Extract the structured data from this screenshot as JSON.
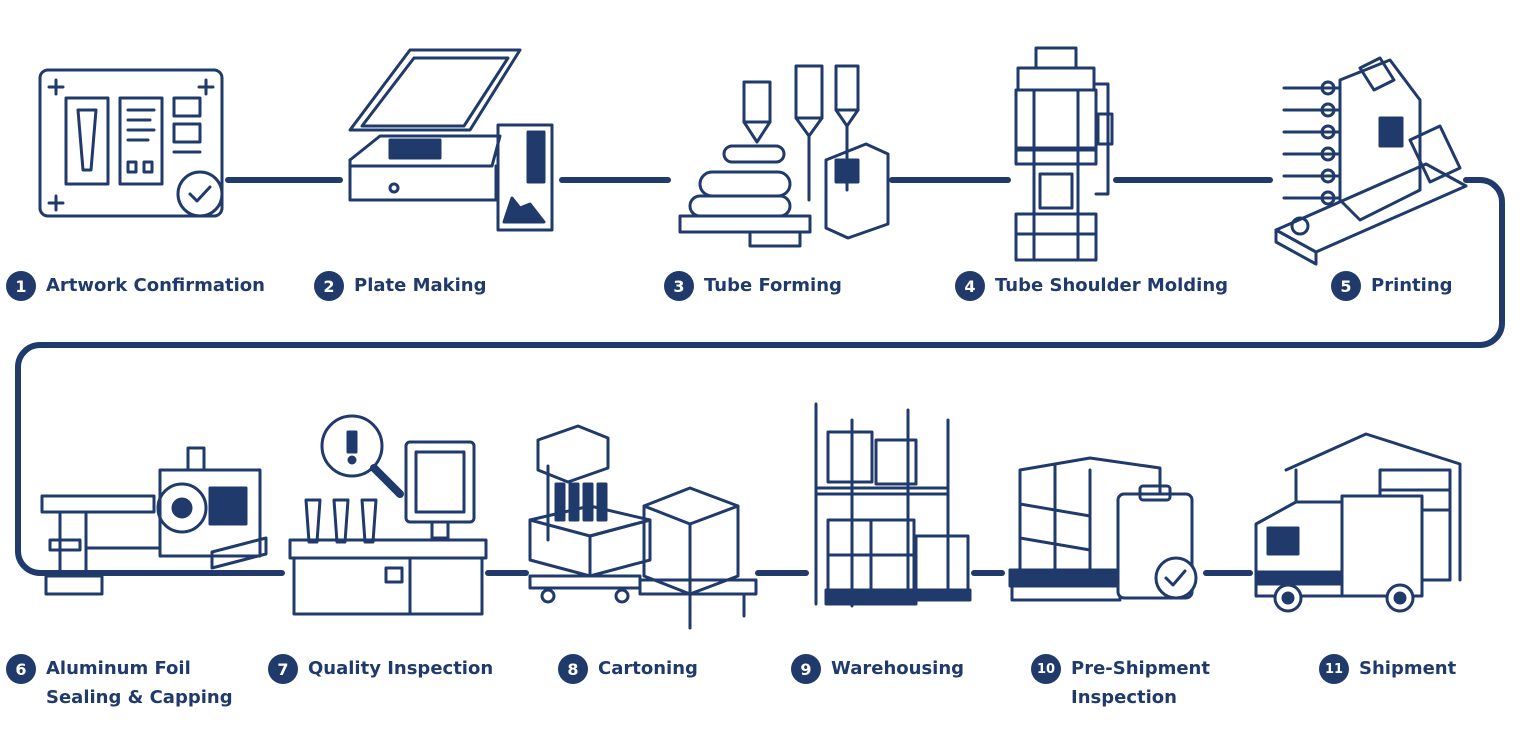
{
  "colors": {
    "primary": "#1f3a6b",
    "background": "#ffffff"
  },
  "steps": [
    {
      "number": "1",
      "label": "Artwork Confirmation",
      "icon": "artwork-proof-icon"
    },
    {
      "number": "2",
      "label": "Plate Making",
      "icon": "plate-exposure-machine-icon"
    },
    {
      "number": "3",
      "label": "Tube Forming",
      "icon": "tube-extrusion-machine-icon"
    },
    {
      "number": "4",
      "label": "Tube Shoulder Molding",
      "icon": "hydraulic-press-icon"
    },
    {
      "number": "5",
      "label": "Printing",
      "icon": "printing-press-icon"
    },
    {
      "number": "6",
      "label": "Aluminum Foil",
      "label2": "Sealing & Capping",
      "icon": "sealing-capping-machine-icon"
    },
    {
      "number": "7",
      "label": "Quality Inspection",
      "icon": "inspection-station-icon"
    },
    {
      "number": "8",
      "label": "Cartoning",
      "icon": "cartoning-machine-icon"
    },
    {
      "number": "9",
      "label": "Warehousing",
      "icon": "warehouse-rack-icon"
    },
    {
      "number": "10",
      "label": "Pre-Shipment",
      "label2": "Inspection",
      "icon": "pallet-checklist-icon"
    },
    {
      "number": "11",
      "label": "Shipment",
      "icon": "truck-icon"
    }
  ]
}
